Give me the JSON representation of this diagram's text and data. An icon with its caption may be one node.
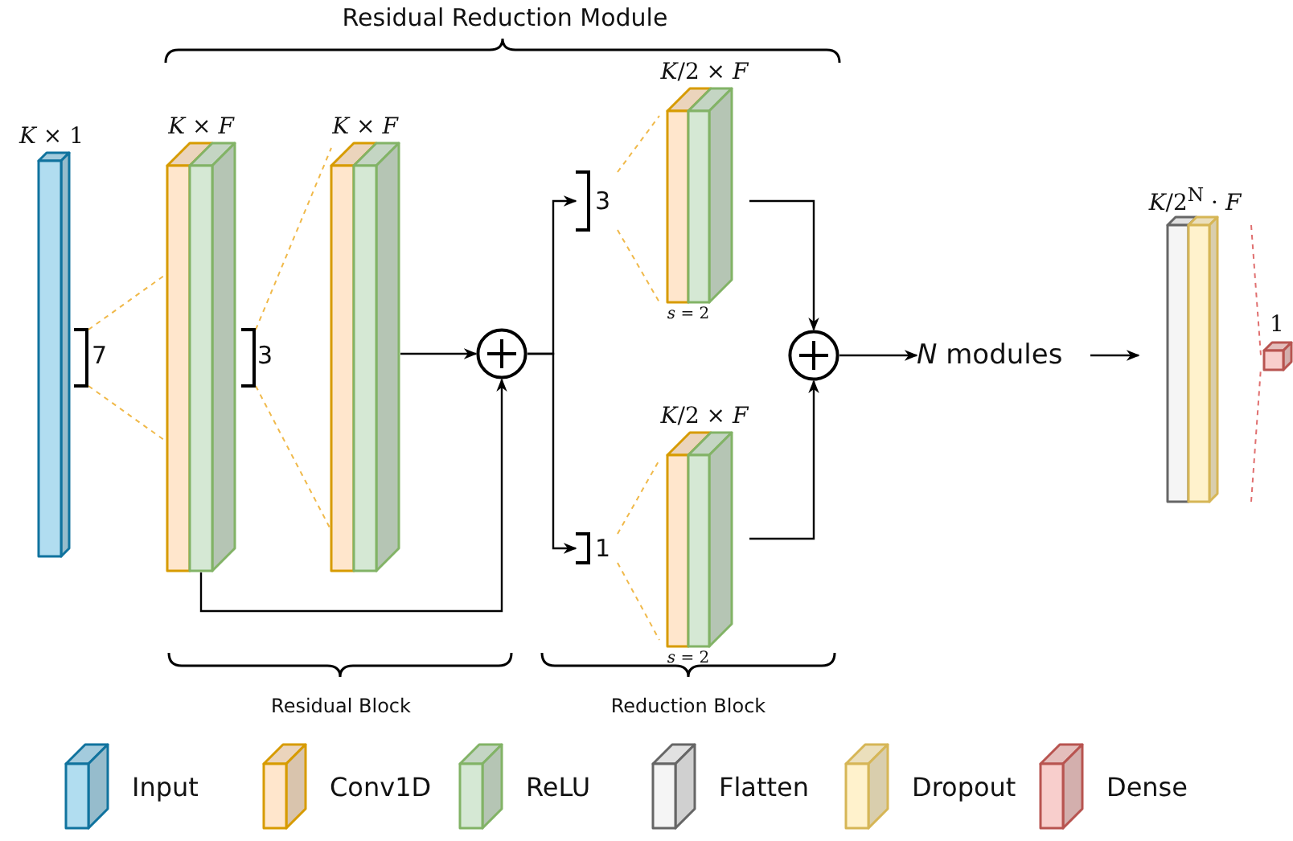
{
  "diagram": {
    "nodes": [
      {
        "text": [
          "*K* × 1"
        ]
      },
      {
        "text": [
          "*K* × *F*"
        ]
      },
      {
        "text": [
          "*K* × *F*"
        ]
      },
      {
        "text": [],
        "shape": "circle"
      },
      {
        "text": [
          "3"
        ]
      },
      {
        "text": [
          "1"
        ]
      },
      {
        "text": [
          "*K*/2 × *F*"
        ],
        "beside": [
          "*s* = 2"
        ]
      },
      {
        "text": [
          "*K*/2 × *F*"
        ],
        "beside": [
          "*s* = 2"
        ]
      },
      {
        "text": [],
        "shape": "circle"
      },
      {
        "text": [
          "*N* modules"
        ]
      },
      {
        "text": [
          "*K*/2$^{N}$ · *F*"
        ]
      },
      {
        "text": [
          "1"
        ]
      }
    ],
    "edges": [
      {
        "from": 2,
        "to": 3,
        "arrow": "to"
      },
      {
        "from": 1,
        "to": 3,
        "arrow": "to"
      },
      {
        "from": 3,
        "to": 4,
        "arrow": "to"
      },
      {
        "from": 3,
        "to": 5,
        "arrow": "to"
      },
      {
        "from": 6,
        "to": 8,
        "arrow": "to"
      },
      {
        "from": 7,
        "to": 8,
        "arrow": "to"
      },
      {
        "from": 8,
        "to": 9,
        "arrow": "to"
      },
      {
        "from": 9,
        "to": 10,
        "arrow": "to"
      },
      {
        "from": 4,
        "to": 6,
        "arrow": "none",
        "style": "dashed",
        "color": "#f0b94a"
      },
      {
        "from": 4,
        "to": 6,
        "arrow": "none",
        "style": "dashed",
        "color": "#f0b94a"
      },
      {
        "from": 5,
        "to": 7,
        "arrow": "none",
        "style": "dashed",
        "color": "#f0b94a"
      },
      {
        "from": 5,
        "to": 7,
        "arrow": "none",
        "style": "dashed",
        "color": "#f0b94a"
      },
      {
        "from": 10,
        "to": 11,
        "arrow": "none",
        "style": "dashed",
        "color": "#e07070"
      },
      {
        "from": 10,
        "to": 11,
        "arrow": "none",
        "style": "dashed",
        "color": "#e07070"
      }
    ],
    "labels": [
      "Residual Reduction Module",
      "7",
      "3",
      "Residual Block",
      "Reduction Block"
    ],
    "legend": [
      {
        "text": "Input",
        "color": "#b1ddf0"
      },
      {
        "text": "Conv1D",
        "color": "#ffe6cc"
      },
      {
        "text": "ReLU",
        "color": "#d5e8d4"
      },
      {
        "text": "Flatten",
        "color": "#f5f5f5"
      },
      {
        "text": "Dropout",
        "color": "#fff2cc"
      },
      {
        "text": "Dense",
        "color": "#f8cecc"
      }
    ]
  }
}
